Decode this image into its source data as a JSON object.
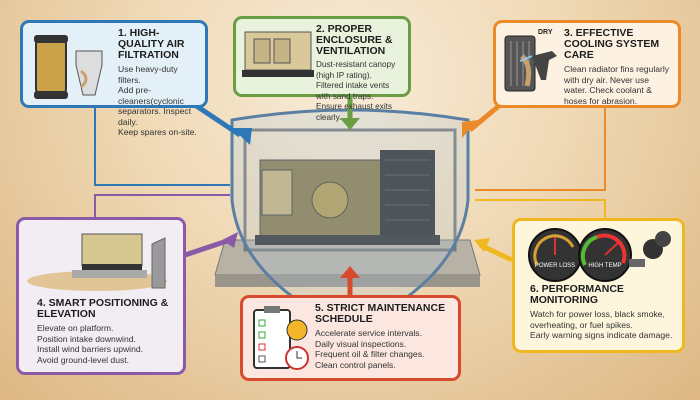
{
  "colors": {
    "filtration": "#2f78b8",
    "enclosure": "#6a9e45",
    "cooling": "#ec8a2a",
    "positioning": "#8a5aa8",
    "maintenance": "#d84a2e",
    "monitoring": "#f0b820"
  },
  "cards": [
    {
      "title": "1. High-Quality Air Filtration",
      "body": "Use heavy-duty filters.\nAdd pre-cleaners(cyclonic separators. Inspect daily.\nKeep spares on-site.",
      "icon": "air-filter-icon"
    },
    {
      "title": "2. Proper Enclosure & Ventilation",
      "body": "Dust-resistant canopy (high IP rating).\nFiltered intake vents with sand traps.\nEnsure exhaust exits clearly.",
      "icon": "generator-canopy-icon"
    },
    {
      "title": "3. Effective Cooling System Care",
      "body": "Clean radiator fins regularly with dry air. Never use water. Check coolant & hoses for abrasion.",
      "icon": "radiator-air-gun-icon",
      "icon_label": "DRY"
    },
    {
      "title": "4. Smart Positioning & Elevation",
      "body": "Elevate on platform.\nPosition intake downwind.\nInstall wind barriers upwind.\nAvoid ground-level dust.",
      "icon": "elevated-generator-icon"
    },
    {
      "title": "5. Strict Maintenance Schedule",
      "body": "Accelerate service intervals.\nDaily visual inspections.\nFrequent oil & filter changes.\nClean control panels.",
      "icon": "checklist-clipboard-icon"
    },
    {
      "title": "6. Performance Monitoring",
      "body": "Watch for power loss, black smoke, overheating, or fuel spikes.\nEarly warning signs indicate damage.",
      "icon": "gauges-icon",
      "gauges": [
        "POWER LOSS",
        "HIGH TEMP"
      ]
    }
  ]
}
